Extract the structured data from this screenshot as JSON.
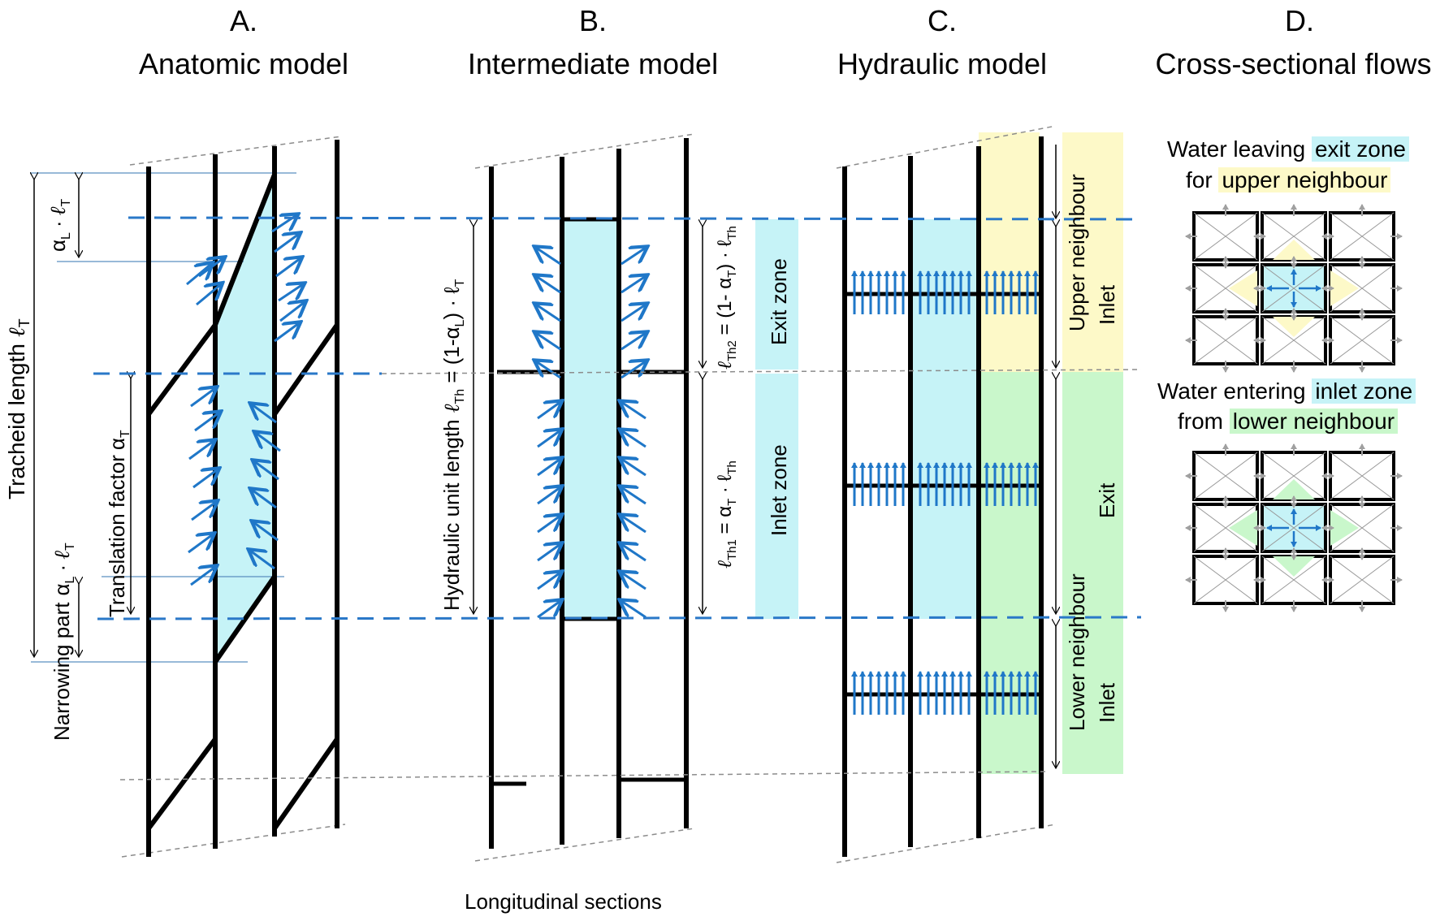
{
  "panels": [
    {
      "letter": "A.",
      "title": "Anatomic model"
    },
    {
      "letter": "B.",
      "title": "Intermediate model"
    },
    {
      "letter": "C.",
      "title": "Hydraulic model"
    },
    {
      "letter": "D.",
      "title": "Cross-sectional flows"
    }
  ],
  "panel_a": {
    "tracheid_length": "Tracheid length",
    "tracheid_symbol": "ℓ",
    "tracheid_sub": "T",
    "alpha_l": "α",
    "alpha_l_sub": "L",
    "dot": "·",
    "lt": "ℓ",
    "lt_sub": "T",
    "translation_factor": "Translation  factor",
    "alpha_t": "α",
    "alpha_t_sub": "T",
    "narrowing_part": "Narrowing part"
  },
  "panel_b": {
    "hydraulic_unit_length": "Hydraulic unit length",
    "hu_formula_a": "ℓ",
    "hu_formula_a_sub": "Th",
    "hu_formula_b": " = (1-α",
    "hu_formula_b_sub": "L",
    "hu_formula_c": ") · ℓ",
    "hu_formula_c_sub": "T",
    "lth2_a": "ℓ",
    "lth2_a_sub": "Th2",
    "lth2_b": " = (1- α",
    "lth2_b_sub": "T",
    "lth2_c": ") · ℓ",
    "lth2_c_sub": "Th",
    "lth1_a": "ℓ",
    "lth1_a_sub": "Th1",
    "lth1_b": " = α",
    "lth1_b_sub": "T",
    "lth1_c": " · ℓ",
    "lth1_c_sub": "Th",
    "exit_zone": "Exit zone",
    "inlet_zone": "Inlet zone"
  },
  "panel_c": {
    "upper_neighbour": "Upper neighbour",
    "inlet_upper": "Inlet",
    "exit": "Exit",
    "lower_neighbour": "Lower neighbour",
    "inlet_lower": "Inlet"
  },
  "panel_d": {
    "top_line1_a": "Water leaving",
    "top_line1_b": "exit zone",
    "top_line2_a": "for",
    "top_line2_b": "upper neighbour",
    "bottom_line1_a": "Water entering",
    "bottom_line1_b": "inlet zone",
    "bottom_line2_a": "from",
    "bottom_line2_b": "lower neighbour"
  },
  "caption": "Longitudinal sections",
  "colors": {
    "blue_arrow": "#1f77c8",
    "dashed_blue": "#2a78c8",
    "cyan_fill": "#c6f3f7",
    "yellow_fill": "#fdf9c8",
    "green_fill": "#c9f7cb",
    "line_black": "#000000",
    "thin_blue": "#5a8fc0",
    "grey_arrow": "#a0a0a0",
    "dashed_grey": "#8c8c8c"
  }
}
